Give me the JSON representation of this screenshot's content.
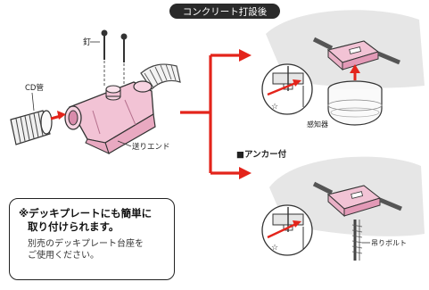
{
  "title": "コンクリート打設後",
  "labels": {
    "nail": "釘",
    "cd_pipe": "CD管",
    "end_piece": "送りエンド",
    "sensor": "感知器",
    "anchor_heading": "■アンカー付",
    "hanging_bolt": "吊りボルト"
  },
  "note": {
    "line1": "※デッキプレートにも簡単に",
    "line2": "取り付けられます。",
    "line3": "別売のデッキプレート台座を",
    "line4": "ご使用ください。"
  },
  "colors": {
    "accent_red": "#e3241b",
    "body_pink": "#f2c3d5",
    "ceiling_gray": "#e6e6e6",
    "outline": "#222222"
  }
}
